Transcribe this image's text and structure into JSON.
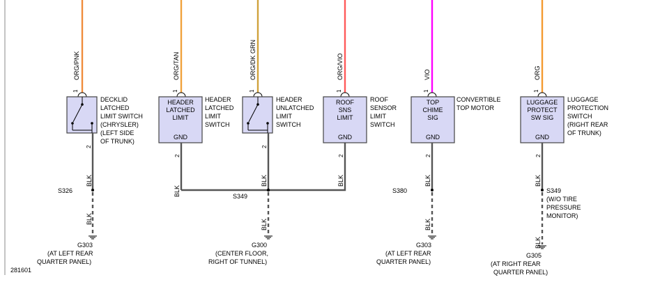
{
  "diagram_id": "281601",
  "colors": {
    "org_pnk": "#f08c3c",
    "org_tan": "#f0a23c",
    "org_dkgrn": "#d0a23c",
    "org_vio": "#ff5a5a",
    "vio": "#ff00ff",
    "org": "#f49a30",
    "blk": "#555555",
    "box_fill": "#d8d8f5"
  },
  "wires": {
    "decklid": "ORG/PNK",
    "header_latched": "ORG/TAN",
    "header_unlatched": "ORG/DK GRN",
    "roof": "ORG/VIO",
    "top_chime": "VIO",
    "luggage": "ORG",
    "blk": "BLK"
  },
  "pins": {
    "p1": "1",
    "p2": "2"
  },
  "boxes": {
    "header_latched": [
      "HEADER",
      "LATCHED",
      "LIMIT"
    ],
    "roof": [
      "ROOF",
      "SNS",
      "LIMIT"
    ],
    "top_chime": [
      "TOP",
      "CHIME",
      "SIG"
    ],
    "luggage": [
      "LUGGAGE",
      "PROTECT",
      "SW SIG"
    ],
    "gnd": "GND"
  },
  "components": {
    "decklid": [
      "DECKLID",
      "LATCHED",
      "LIMIT SWITCH",
      "(CHRYSLER)",
      "(LEFT SIDE",
      "OF TRUNK)"
    ],
    "header_latched": [
      "HEADER",
      "LATCHED",
      "LIMIT",
      "SWITCH"
    ],
    "header_unlatched": [
      "HEADER",
      "UNLATCHED",
      "LIMIT",
      "SWITCH"
    ],
    "roof": [
      "ROOF",
      "SENSOR",
      "LIMIT",
      "SWITCH"
    ],
    "top_motor": [
      "CONVERTIBLE",
      "TOP MOTOR"
    ],
    "luggage": [
      "LUGGAGE",
      "PROTECTION",
      "SWITCH",
      "(RIGHT REAR",
      "OF TRUNK)"
    ]
  },
  "splices": {
    "s326": "S326",
    "s349_center": "S349",
    "s380": "S380",
    "s349_right": [
      "S349",
      "(W/O TIRE",
      "PRESSURE",
      "MONITOR)"
    ]
  },
  "grounds": {
    "g303_left": [
      "G303",
      "(AT LEFT REAR",
      "QUARTER PANEL)"
    ],
    "g300": [
      "G300",
      "(CENTER FLOOR,",
      "RIGHT OF TUNNEL)"
    ],
    "g303_right": [
      "G303",
      "(AT LEFT REAR",
      "QUARTER PANEL)"
    ],
    "g305": [
      "G305",
      "(AT RIGHT REAR",
      "QUARTER PANEL)"
    ]
  }
}
